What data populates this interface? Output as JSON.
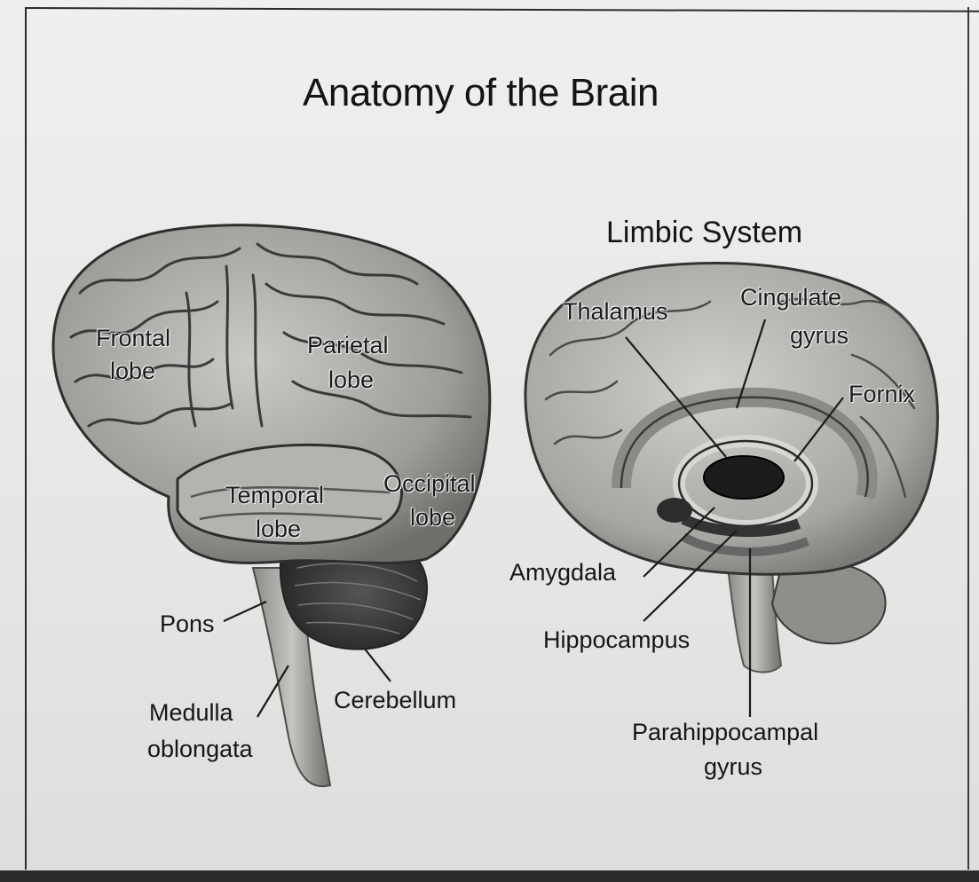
{
  "title": "Anatomy of the Brain",
  "limbic": {
    "title": "Limbic System",
    "labels": {
      "thalamus": "Thalamus",
      "cingulate_1": "Cingulate",
      "cingulate_2": "gyrus",
      "fornix": "Fornix",
      "amygdala": "Amygdala",
      "hippocampus": "Hippocampus",
      "parahippocampal_1": "Parahippocampal",
      "parahippocampal_2": "gyrus"
    }
  },
  "brain": {
    "labels": {
      "frontal_1": "Frontal",
      "frontal_2": "lobe",
      "parietal_1": "Parietal",
      "parietal_2": "lobe",
      "temporal_1": "Temporal",
      "temporal_2": "lobe",
      "occipital_1": "Occipital",
      "occipital_2": "lobe",
      "pons": "Pons",
      "medulla_1": "Medulla",
      "medulla_2": "oblongata",
      "cerebellum": "Cerebellum"
    }
  }
}
